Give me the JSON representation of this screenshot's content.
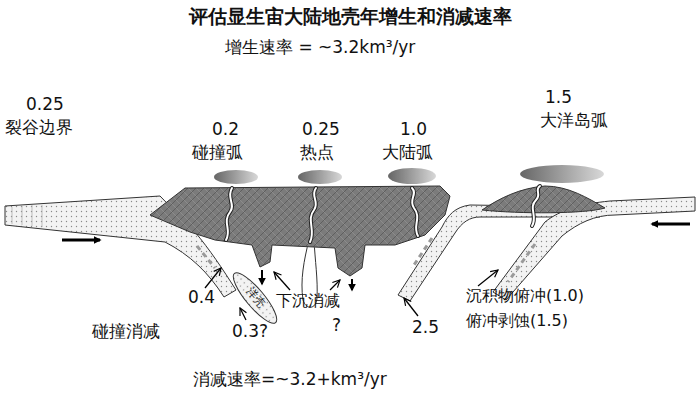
{
  "diagram": {
    "title": "评估显生宙大陆地壳年增生和消减速率",
    "labels": [
      "增生速率 = ~3.2km³/yr",
      "0.25",
      "裂谷边界",
      "0.2",
      "碰撞弧",
      "0.25",
      "热点",
      "1.0",
      "大陆弧",
      "1.5",
      "大洋岛弧",
      "0.4",
      "碰撞消减",
      "0.3?",
      "洋壳",
      "下沉消减",
      "?",
      "2.5",
      "沉积物俯冲(1.0)",
      "俯冲剥蚀(1.5)",
      "消减速率=~3.2+km³/yr"
    ]
  }
}
